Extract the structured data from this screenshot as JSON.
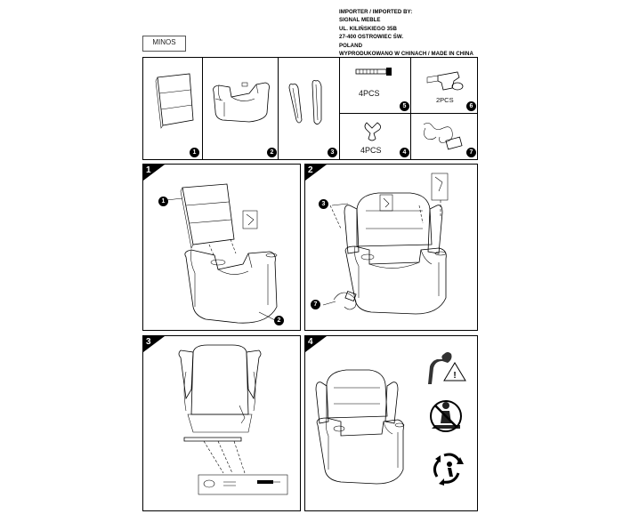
{
  "header": {
    "model_label": "MINOS",
    "importer_lines": [
      "IMPORTER / IMPORTED BY:",
      "SIGNAL MEBLE",
      "UL. KILIŃSKIEGO 35B",
      "27-400 OSTROWIEC ŚW.",
      "POLAND",
      "WYPRODUKOWANO W CHINACH / MADE IN CHINA"
    ]
  },
  "parts": [
    {
      "number": "1",
      "icon": "backrest-cushion"
    },
    {
      "number": "2",
      "icon": "recliner-base"
    },
    {
      "number": "3",
      "icon": "side-wings"
    },
    {
      "number": "5",
      "icon": "bolt",
      "qty": "4PCS"
    },
    {
      "number": "6",
      "icon": "bracket",
      "qty": "2PCS"
    },
    {
      "number": "4",
      "icon": "wing-nut",
      "qty": "4PCS"
    },
    {
      "number": "7",
      "icon": "power-adapter"
    }
  ],
  "steps": [
    {
      "number": "1",
      "callouts": [
        "1",
        "2"
      ]
    },
    {
      "number": "2",
      "callouts": [
        "3",
        "7"
      ]
    },
    {
      "number": "3",
      "callouts": []
    },
    {
      "number": "4",
      "callouts": []
    }
  ],
  "warnings": [
    {
      "icon": "children-warning-icon"
    },
    {
      "icon": "no-standing-icon"
    },
    {
      "icon": "recycle-icon"
    }
  ]
}
